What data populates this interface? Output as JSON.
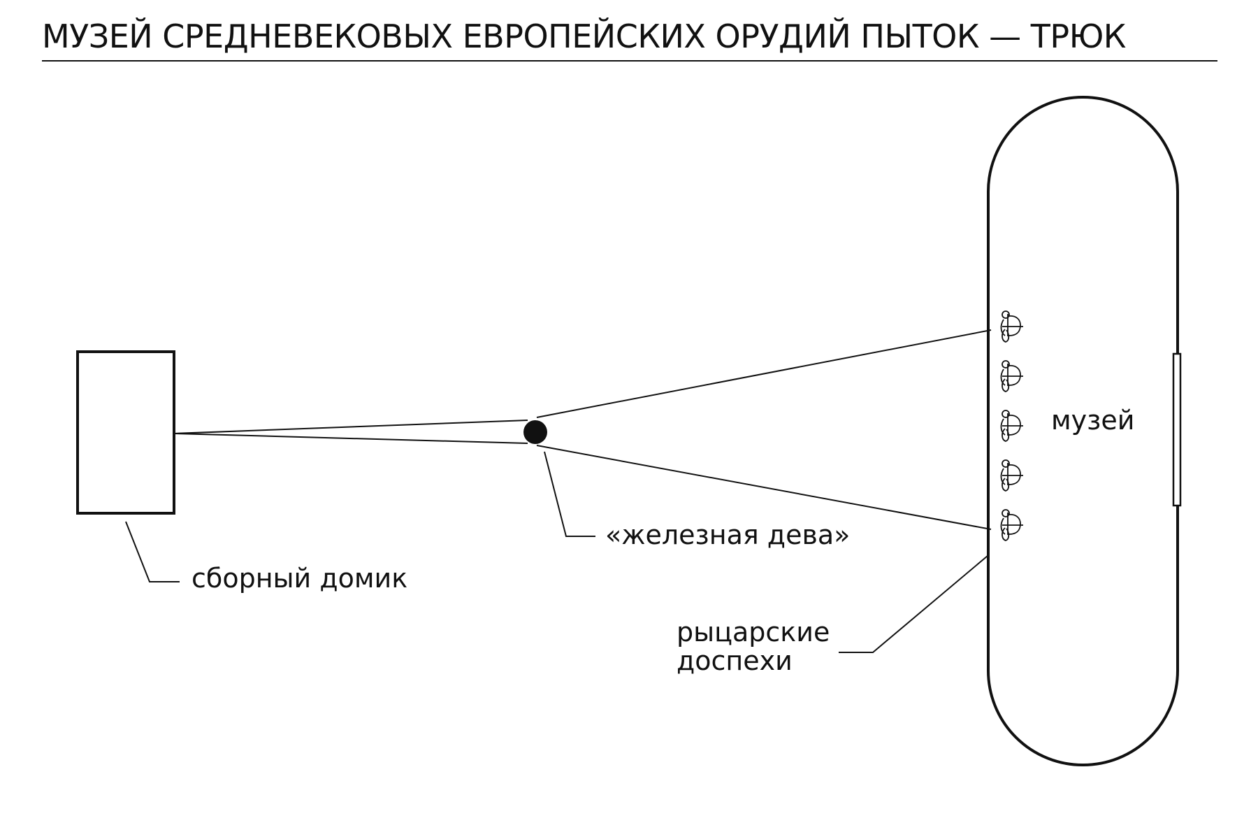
{
  "title": "МУЗЕЙ СРЕДНЕВЕКОВЫХ ЕВРОПЕЙСКИХ ОРУДИЙ ПЫТОК — ТРЮК",
  "labels": {
    "house": "сборный домик",
    "maiden": "«железная дева»",
    "museum": "музей",
    "armor_line1": "рыцарские",
    "armor_line2": "доспехи"
  },
  "armor_count": 5,
  "colors": {
    "ink": "#111111",
    "background": "#ffffff"
  }
}
